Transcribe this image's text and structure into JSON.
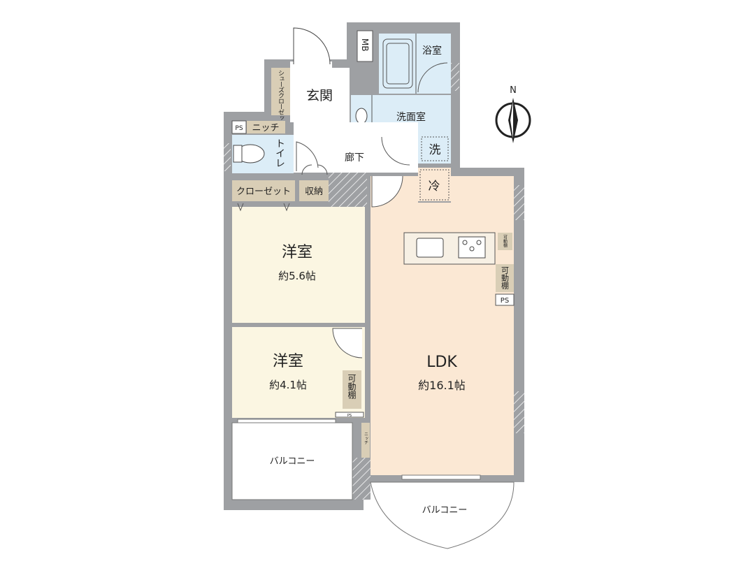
{
  "colors": {
    "wall": "#9ea0a3",
    "bedroom": "#fbf6e2",
    "ldk": "#fbe8d4",
    "wet_area": "#dcedf7",
    "storage": "#d9ceb6",
    "balcony": "#ffffff"
  },
  "compass": {
    "label": "N"
  },
  "rooms": {
    "entrance": {
      "label": "玄関"
    },
    "shoe_closet": {
      "label": "シューズクローゼット"
    },
    "meter_box": {
      "label": "MB"
    },
    "bathroom": {
      "label": "浴室"
    },
    "washroom": {
      "label": "洗面室"
    },
    "washer": {
      "label": "洗"
    },
    "fridge": {
      "label": "冷"
    },
    "ps_top": {
      "label": "PS"
    },
    "niche_top": {
      "label": "ニッチ"
    },
    "toilet": {
      "label": "トイレ"
    },
    "hallway": {
      "label": "廊下"
    },
    "closet": {
      "label": "クローゼット"
    },
    "storage": {
      "label": "収納"
    },
    "western_room_1": {
      "label": "洋室",
      "size": "約5.6帖"
    },
    "western_room_2": {
      "label": "洋室",
      "size": "約4.1帖"
    },
    "shelf_room2": {
      "label": "可動棚"
    },
    "ps_small": {
      "label": "PS"
    },
    "niche_ldk": {
      "label": "ニッチ"
    },
    "ldk": {
      "label": "LDK",
      "size": "約16.1帖"
    },
    "shelf_kitchen_small": {
      "label": "可動棚"
    },
    "shelf_kitchen": {
      "label": "可動棚"
    },
    "ps_kitchen": {
      "label": "PS"
    },
    "balcony_left": {
      "label": "バルコニー"
    },
    "balcony_right": {
      "label": "バルコニー"
    }
  }
}
